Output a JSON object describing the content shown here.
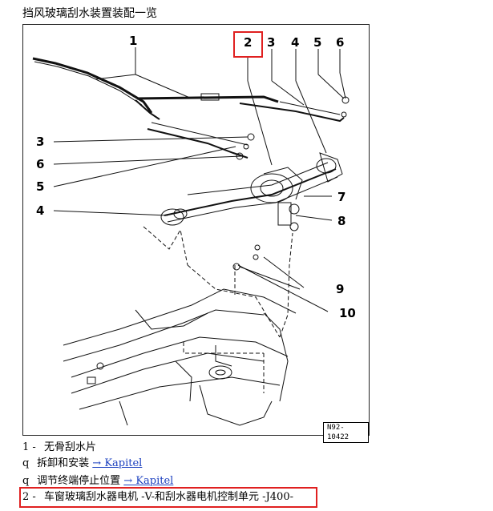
{
  "page_title": "挡风玻璃刮水装置装配一览",
  "figure": {
    "callouts": [
      "1",
      "2",
      "3",
      "4",
      "5",
      "6",
      "3",
      "6",
      "5",
      "4",
      "7",
      "8",
      "9",
      "10"
    ],
    "figure_id": "N92-10422"
  },
  "legend": {
    "item1": {
      "num": "1 -",
      "text": "无骨刮水片"
    },
    "sub1": {
      "bullet": "q",
      "text": "拆卸和安装",
      "link": "→ Kapitel"
    },
    "sub2": {
      "bullet": "q",
      "text": "调节终端停止位置",
      "link": "→ Kapitel"
    },
    "item2": {
      "num": "2 -",
      "text": "车窗玻璃刮水器电机 -V-和刮水器电机控制单元 -J400-"
    }
  },
  "colors": {
    "highlight": "#e02020",
    "link": "#1a3fbf"
  }
}
